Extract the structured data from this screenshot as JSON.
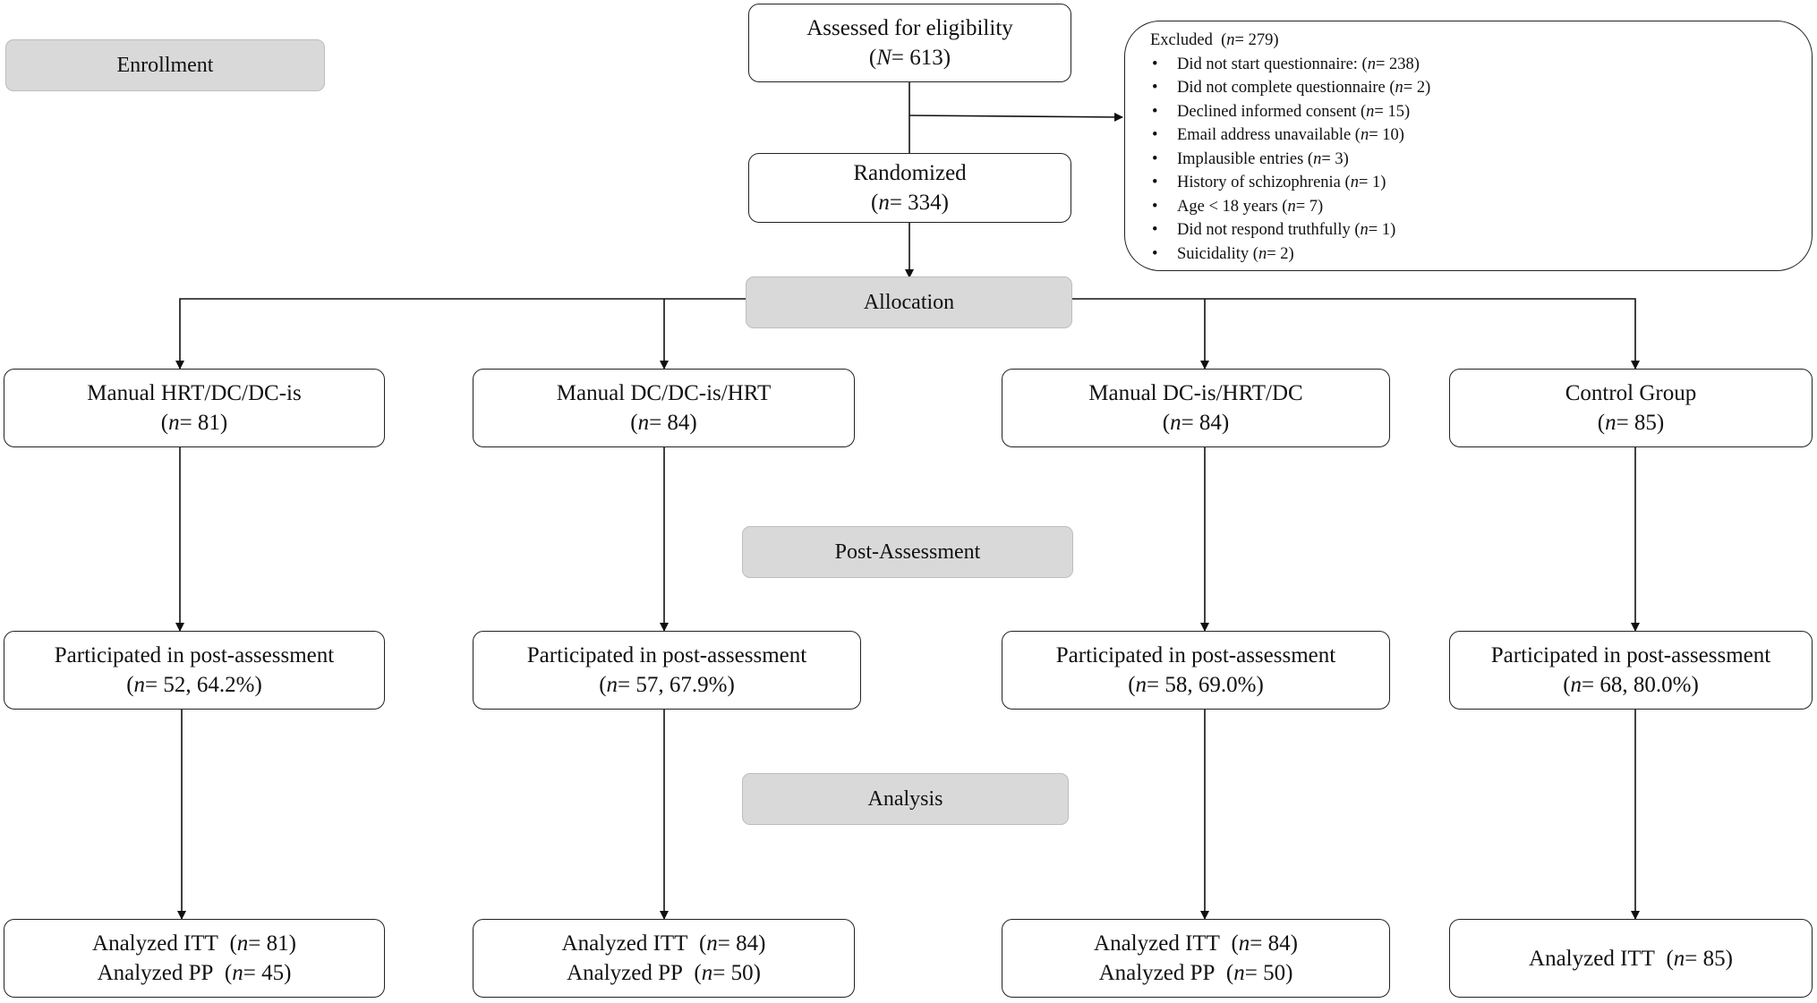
{
  "stages": {
    "enrollment": "Enrollment",
    "allocation": "Allocation",
    "post_assessment": "Post-Assessment",
    "analysis": "Analysis"
  },
  "assessed": {
    "label": "Assessed for eligibility",
    "symbol": "N",
    "count": "= 613)"
  },
  "randomized": {
    "label": "Randomized",
    "symbol": "n",
    "count": "= 334)"
  },
  "excluded": {
    "label": "Excluded",
    "count": "= 279)",
    "reasons": [
      {
        "text": "Did not start questionnaire: (",
        "count": "= 238)"
      },
      {
        "text": "Did not complete questionnaire (",
        "count": "= 2)"
      },
      {
        "text": "Declined informed consent (",
        "count": "= 15)"
      },
      {
        "text": "Email address unavailable (",
        "count": "= 10)"
      },
      {
        "text": "Implausible entries (",
        "count": "= 3)"
      },
      {
        "text": "History of schizophrenia (",
        "count": "= 1)"
      },
      {
        "text": "Age < 18 years (",
        "count": "= 7)"
      },
      {
        "text": "Did not respond truthfully (",
        "count": "= 1)"
      },
      {
        "text": "Suicidality (",
        "count": "= 2)"
      }
    ]
  },
  "groups": [
    {
      "name": "Manual HRT/DC/DC-is",
      "n": "= 81)",
      "post": "= 52, 64.2%)",
      "itt": "= 81)",
      "pp": "= 45)"
    },
    {
      "name": "Manual DC/DC-is/HRT",
      "n": "= 84)",
      "post": "= 57, 67.9%)",
      "itt": "= 84)",
      "pp": "= 50)"
    },
    {
      "name": "Manual DC-is/HRT/DC",
      "n": "= 84)",
      "post": "= 58, 69.0%)",
      "itt": "= 84)",
      "pp": "= 50)"
    },
    {
      "name": "Control Group",
      "n": "= 85)",
      "post": "= 68, 80.0%)",
      "itt": "= 85)",
      "pp": null
    }
  ],
  "labels": {
    "participated": "Participated in post-assessment",
    "analyzed_itt": "Analyzed ITT",
    "analyzed_pp": "Analyzed PP",
    "n_symbol": "n",
    "open_paren": "("
  }
}
